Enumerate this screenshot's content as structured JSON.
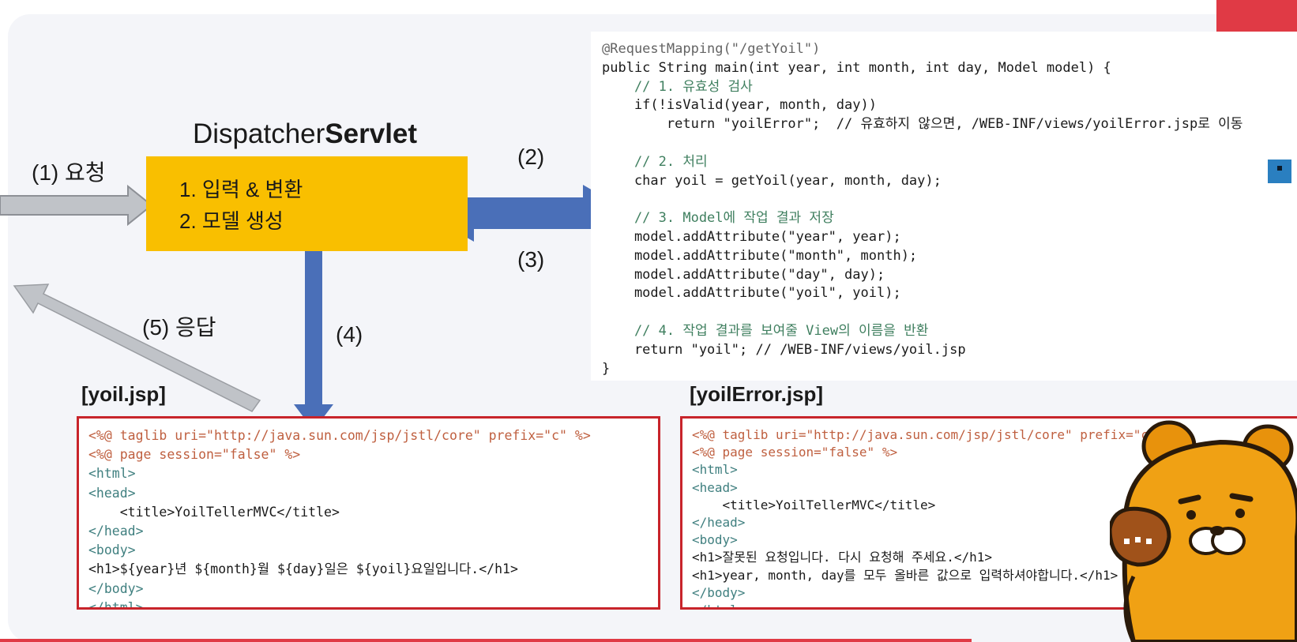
{
  "dispatcher": {
    "title_regular": "Dispatcher",
    "title_bold": "Servlet",
    "steps": [
      "1. 입력 & 변환",
      "2. 모델 생성"
    ]
  },
  "flow_labels": {
    "request": "(1) 요청",
    "step2": "(2)",
    "step3": "(3)",
    "step4": "(4)",
    "response": "(5) 응답"
  },
  "controller_code": [
    "@RequestMapping(\"/getYoil\")",
    "public String main(int year, int month, int day, Model model) {",
    "    // 1. 유효성 검사",
    "    if(!isValid(year, month, day))",
    "        return \"yoilError\";  // 유효하지 않으면, /WEB-INF/views/yoilError.jsp로 이동",
    "",
    "    // 2. 처리",
    "    char yoil = getYoil(year, month, day);",
    "",
    "    // 3. Model에 작업 결과 저장",
    "    model.addAttribute(\"year\", year);",
    "    model.addAttribute(\"month\", month);",
    "    model.addAttribute(\"day\", day);",
    "    model.addAttribute(\"yoil\", yoil);",
    "",
    "    // 4. 작업 결과를 보여줄 View의 이름을 반환",
    "    return \"yoil\"; // /WEB-INF/views/yoil.jsp",
    "}"
  ],
  "yoil_jsp": {
    "title": "[yoil.jsp]",
    "lines": [
      "<%@ taglib uri=\"http://java.sun.com/jsp/jstl/core\" prefix=\"c\" %>",
      "<%@ page session=\"false\" %>",
      "<html>",
      "<head>",
      "    <title>YoilTellerMVC</title>",
      "</head>",
      "<body>",
      "<h1>${year}년 ${month}월 ${day}일은 ${yoil}요일입니다.</h1>",
      "</body>",
      "</html>"
    ]
  },
  "yoil_error_jsp": {
    "title": "[yoilError.jsp]",
    "lines": [
      "<%@ taglib uri=\"http://java.sun.com/jsp/jstl/core\" prefix=\"c\" %>",
      "<%@ page session=\"false\" %>",
      "<html>",
      "<head>",
      "    <title>YoilTellerMVC</title>",
      "</head>",
      "<body>",
      "<h1>잘못된 요청입니다. 다시 요청해 주세요.</h1>",
      "<h1>year, month, day를 모두 올바른 값으로 입력하셔야합니다.</h1>",
      "</body>",
      "</html>"
    ]
  },
  "colors": {
    "dispatcher_box": "#f9bf00",
    "blue_arrow": "#4a6fb8",
    "gray_arrow": "#c0c3c8",
    "jsp_border": "#c8242b",
    "accent_red": "#e03a45"
  }
}
